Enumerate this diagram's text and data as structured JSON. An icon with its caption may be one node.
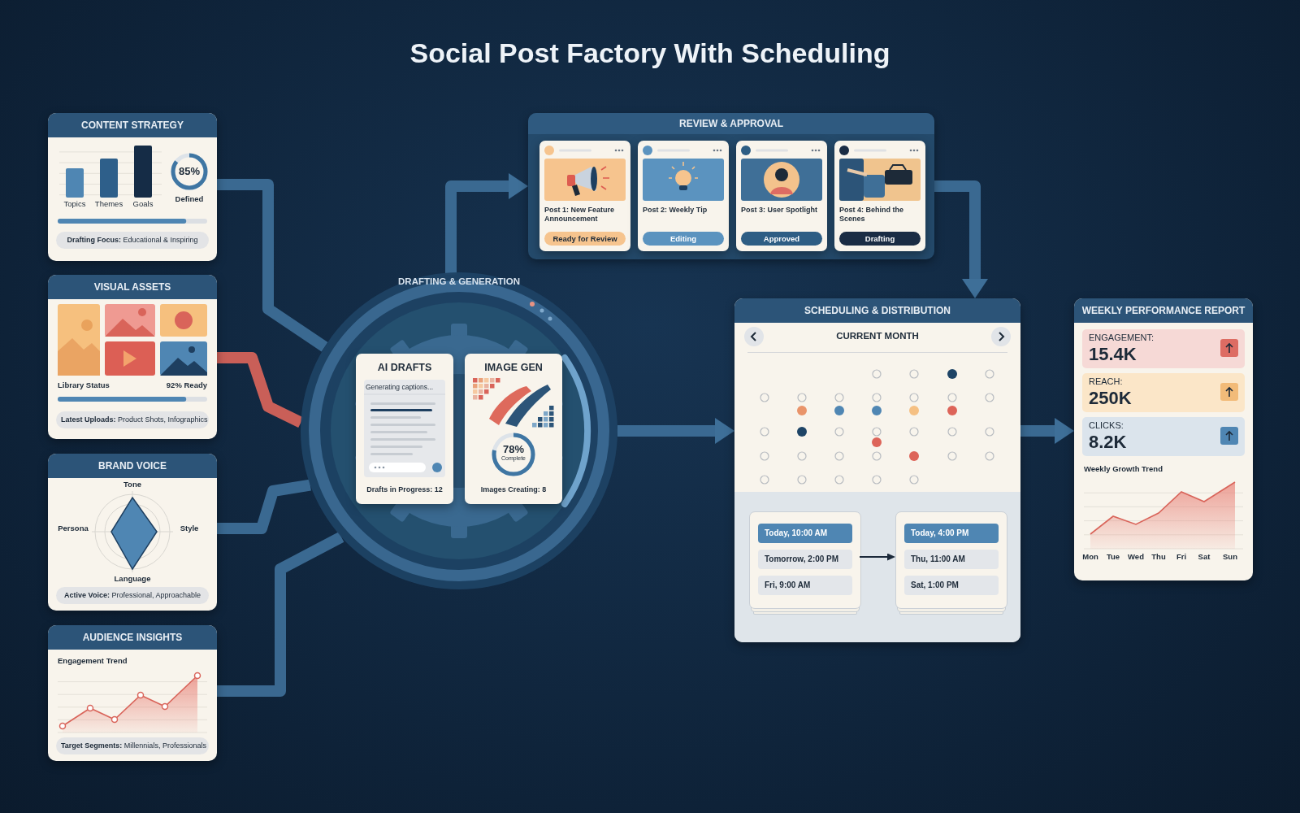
{
  "diagram": {
    "title": "Social Post Factory With Scheduling",
    "nodes": [
      {
        "text": [
          "CONTENT STRATEGY",
          "Topics",
          "Themes",
          "Goals",
          "85%",
          "Defined",
          "**Drafting Focus:** Educational & Inspiring"
        ]
      },
      {
        "text": [
          "VISUAL ASSETS",
          "Library Status",
          "92% Ready",
          "**Latest Uploads:** Product Shots, Infographics"
        ]
      },
      {
        "text": [
          "BRAND VOICE",
          "Tone",
          "Persona",
          "Style",
          "Language",
          "**Active Voice:** Professional, Approachable"
        ]
      },
      {
        "text": [
          "AUDIENCE INSIGHTS",
          "Engagement Trend",
          "**Target Segments:** Millennials, Professionals"
        ]
      },
      {
        "text": [
          "DRAFTING & GENERATION"
        ]
      },
      {
        "text": [
          "AI DRAFTS",
          "Generating captions...",
          "Drafts in Progress: 12"
        ],
        "in": 4
      },
      {
        "text": [
          "IMAGE GEN",
          "78%",
          "Complete",
          "Images Creating: 8"
        ],
        "in": 4
      },
      {
        "text": [
          "REVIEW & APPROVAL"
        ]
      },
      {
        "text": [
          "Post 1: New Feature Announcement",
          "Ready for Review"
        ],
        "in": 7
      },
      {
        "text": [
          "Post 2: Weekly Tip",
          "Editing"
        ],
        "in": 7
      },
      {
        "text": [
          "Post 3: User Spotlight",
          "Approved"
        ],
        "in": 7
      },
      {
        "text": [
          "Post 4: Behind the Scenes",
          "Drafting"
        ],
        "in": 7
      },
      {
        "text": [
          "SCHEDULING & DISTRIBUTION",
          "CURRENT MONTH"
        ]
      },
      {
        "text": [
          "Today, 10:00 AM",
          "Tomorrow, 2:00 PM",
          "Fri, 9:00 AM"
        ],
        "in": 12
      },
      {
        "text": [
          "Today, 4:00 PM",
          "Thu, 11:00 AM",
          "Sat, 1:00 PM"
        ],
        "in": 12
      },
      {
        "text": [
          "WEEKLY PERFORMANCE REPORT",
          "ENGAGEMENT:",
          "15.4K",
          "REACH:",
          "250K",
          "CLICKS:",
          "8.2K",
          "Weekly Growth Trend",
          "Mon",
          "Tue",
          "Wed",
          "Thu",
          "Fri",
          "Sat",
          "Sun"
        ]
      }
    ],
    "edges": [
      {
        "from": 0,
        "to": 4,
        "arrow": "none"
      },
      {
        "from": 1,
        "to": 4,
        "arrow": "none",
        "color": "#d9645a"
      },
      {
        "from": 2,
        "to": 4,
        "arrow": "none"
      },
      {
        "from": 3,
        "to": 4,
        "arrow": "none"
      },
      {
        "from": 4,
        "to": 7,
        "arrow": "to"
      },
      {
        "from": 7,
        "to": 12,
        "arrow": "to"
      },
      {
        "from": 4,
        "to": 12,
        "arrow": "to"
      },
      {
        "from": 13,
        "to": 14,
        "arrow": "to",
        "color": "#1c2a3a"
      },
      {
        "from": 12,
        "to": 15,
        "arrow": "to"
      }
    ]
  }
}
